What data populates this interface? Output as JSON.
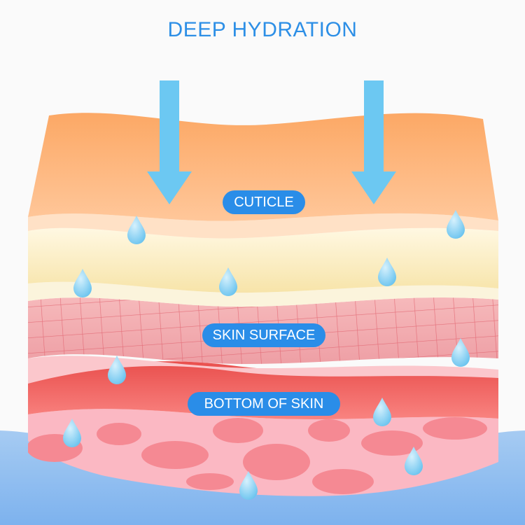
{
  "title": "DEEP HYDRATION",
  "labels": {
    "cuticle": "CUTICLE",
    "skin_surface": "SKIN SURFACE",
    "bottom_of_skin": "BOTTOM OF SKIN"
  },
  "colors": {
    "title": "#2d8fe6",
    "pill": "#2a8de8",
    "arrow": "#6cc8f2",
    "water_drop": "#7ecdf3",
    "cuticle_layer": "#ffbf8a",
    "cream_layer": "#fdf1c6",
    "surface_layer": "#f2a9ad",
    "dermis_layer": "#f26663",
    "bottom_layer": "#fbb6c1",
    "cells": "#f58993",
    "water_base": "#8cbdf0"
  }
}
